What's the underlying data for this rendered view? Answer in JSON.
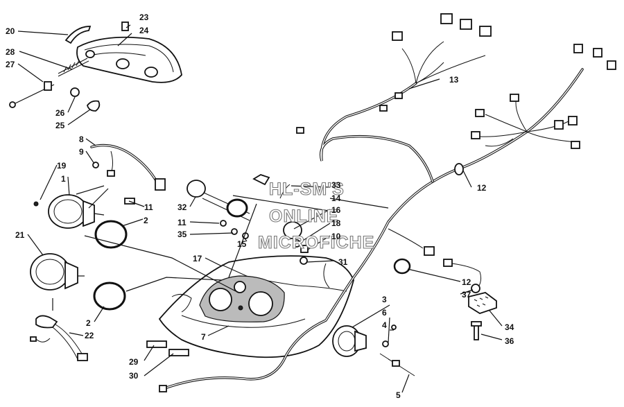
{
  "watermark": [
    "HL-SM'S",
    "ONLINE",
    "MICROFICHE"
  ],
  "callouts": [
    "1",
    "2",
    "2",
    "3",
    "4",
    "5",
    "6",
    "7",
    "8",
    "9",
    "10",
    "11",
    "11",
    "12",
    "12",
    "13",
    "14",
    "15",
    "16",
    "17",
    "18",
    "19",
    "20",
    "21",
    "22",
    "23",
    "24",
    "25",
    "26",
    "27",
    "28",
    "29",
    "30",
    "31",
    "32",
    "33",
    "34",
    "35",
    "36",
    "37"
  ]
}
